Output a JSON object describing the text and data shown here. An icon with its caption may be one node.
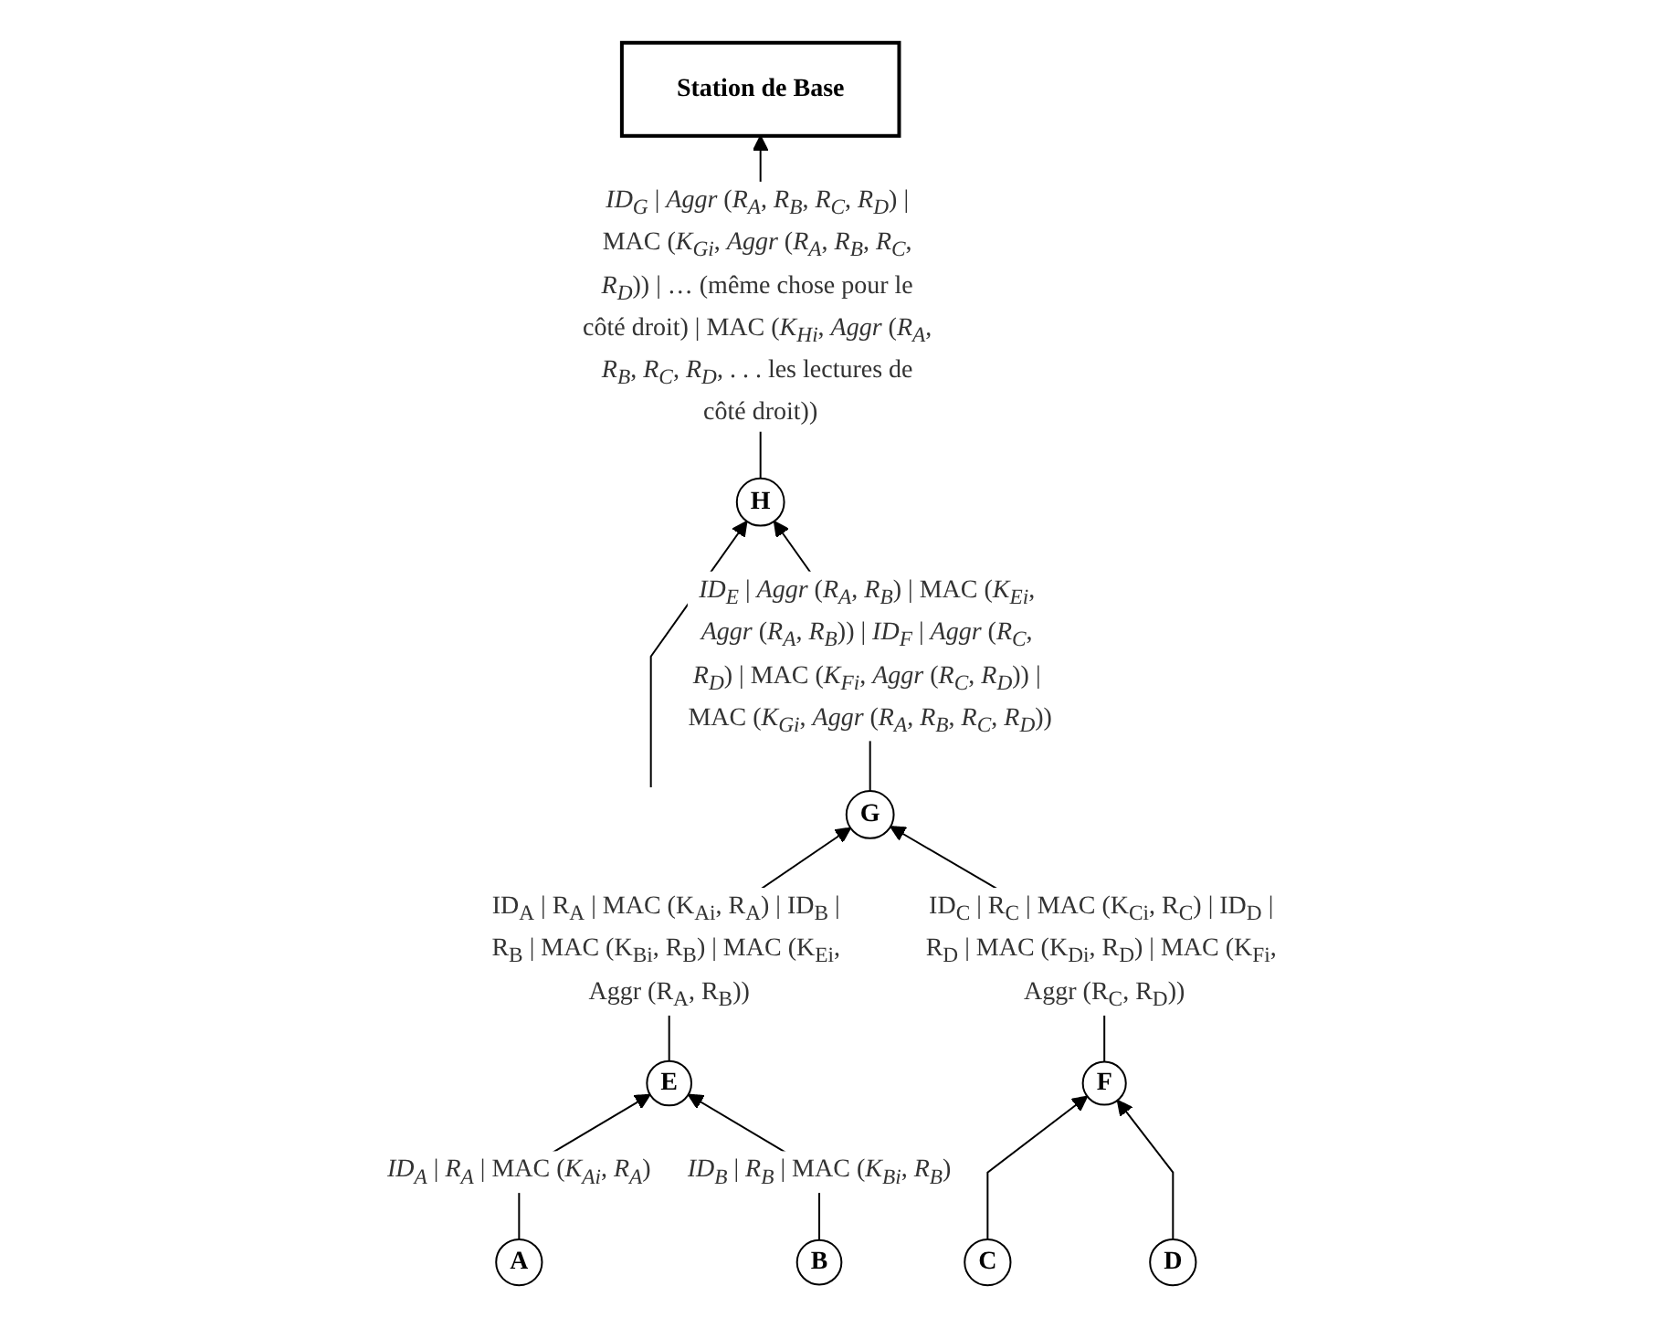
{
  "diagram": {
    "nodes": [
      {
        "text": [
          "Station de Base"
        ]
      },
      {
        "text": [
          "H"
        ]
      },
      {
        "text": [
          "G"
        ]
      },
      {
        "text": [
          "E"
        ]
      },
      {
        "text": [
          "F"
        ]
      },
      {
        "text": [
          "A"
        ]
      },
      {
        "text": [
          "B"
        ]
      },
      {
        "text": [
          "C"
        ]
      },
      {
        "text": [
          "D"
        ]
      }
    ],
    "edges": [
      {
        "from": 1,
        "to": 0,
        "arrow": "to",
        "label": "*ID$_{G}$* | *Aggr* (*R$_{A}$*, *R$_{B}$*, *R$_{C}$*, *R$_{D}$*) | MAC (*K$_{Gi}$*, *Aggr* (*R$_{A}$*, *R$_{B}$*, *R$_{C}$*, *R$_{D}$*)) | … (même chose pour le côté droit) | MAC (*K$_{Hi}$*, *Aggr* (*R$_{A}$*, *R$_{B}$*, *R$_{C}$*, *R$_{D}$*, . . . les lectures de côté droit))"
      },
      {
        "from": null,
        "to": 1,
        "arrow": "to"
      },
      {
        "from": 2,
        "to": 1,
        "arrow": "to",
        "label": "*ID$_{E}$* | *Aggr* (*R$_{A}$*, *R$_{B}$*) | MAC (*K$_{Ei}$*, *Aggr* (*R$_{A}$*, *R$_{B}$*)) | *ID$_{F}$* | *Aggr* (*R$_{C}$*, *R$_{D}$*) | MAC (*K$_{Fi}$*, *Aggr* (*R$_{C}$*, *R$_{D}$*)) | MAC (*K$_{Gi}$*, *Aggr* (*R$_{A}$*, *R$_{B}$*, *R$_{C}$*, *R$_{D}$*))"
      },
      {
        "from": 3,
        "to": 2,
        "arrow": "to",
        "label": "ID$_{A}$ | R$_{A}$ | MAC (K$_{Ai}$, R$_{A}$) | ID$_{B}$ | R$_{B}$ | MAC (K$_{Bi}$, R$_{B}$) | MAC (K$_{Ei}$, Aggr (R$_{A}$, R$_{B}$))"
      },
      {
        "from": 4,
        "to": 2,
        "arrow": "to",
        "label": "ID$_{C}$ | R$_{C}$ | MAC (K$_{Ci}$, R$_{C}$) | ID$_{D}$ | R$_{D}$ | MAC (K$_{Di}$, R$_{D}$) | MAC (K$_{Fi}$, Aggr (R$_{C}$, R$_{D}$))"
      },
      {
        "from": 5,
        "to": 3,
        "arrow": "to",
        "label": "*ID$_{A}$* | *R$_{A}$* | MAC (*K$_{Ai}$*, *R$_{A}$*)"
      },
      {
        "from": 6,
        "to": 3,
        "arrow": "to",
        "label": "*ID$_{B}$* | *R$_{B}$* | MAC (*K$_{Bi}$*, *R$_{B}$*)"
      },
      {
        "from": 7,
        "to": 4,
        "arrow": "to"
      },
      {
        "from": 8,
        "to": 4,
        "arrow": "to"
      }
    ]
  }
}
